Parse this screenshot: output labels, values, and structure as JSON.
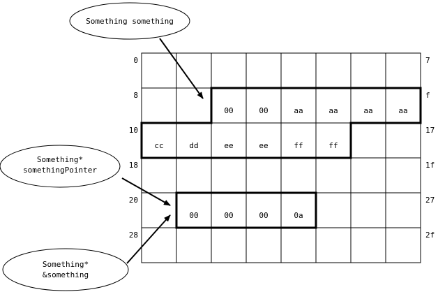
{
  "left_offsets": [
    "0",
    "8",
    "10",
    "18",
    "20",
    "28"
  ],
  "right_offsets": [
    "7",
    "f",
    "17",
    "1f",
    "27",
    "2f"
  ],
  "cells": [
    {
      "row": 1,
      "col": 2,
      "text": "00"
    },
    {
      "row": 1,
      "col": 3,
      "text": "00"
    },
    {
      "row": 1,
      "col": 4,
      "text": "aa"
    },
    {
      "row": 1,
      "col": 5,
      "text": "aa"
    },
    {
      "row": 1,
      "col": 6,
      "text": "aa"
    },
    {
      "row": 1,
      "col": 7,
      "text": "aa"
    },
    {
      "row": 2,
      "col": 0,
      "text": "cc"
    },
    {
      "row": 2,
      "col": 1,
      "text": "dd"
    },
    {
      "row": 2,
      "col": 2,
      "text": "ee"
    },
    {
      "row": 2,
      "col": 3,
      "text": "ee"
    },
    {
      "row": 2,
      "col": 4,
      "text": "ff"
    },
    {
      "row": 2,
      "col": 5,
      "text": "ff"
    },
    {
      "row": 4,
      "col": 1,
      "text": "00"
    },
    {
      "row": 4,
      "col": 2,
      "text": "00"
    },
    {
      "row": 4,
      "col": 3,
      "text": "00"
    },
    {
      "row": 4,
      "col": 4,
      "text": "0a"
    }
  ],
  "callouts": {
    "top": {
      "lines": [
        "Something something"
      ]
    },
    "middle": {
      "lines": [
        "Something*",
        "somethingPointer"
      ]
    },
    "bottom": {
      "lines": [
        "Something*",
        "&something"
      ]
    }
  }
}
